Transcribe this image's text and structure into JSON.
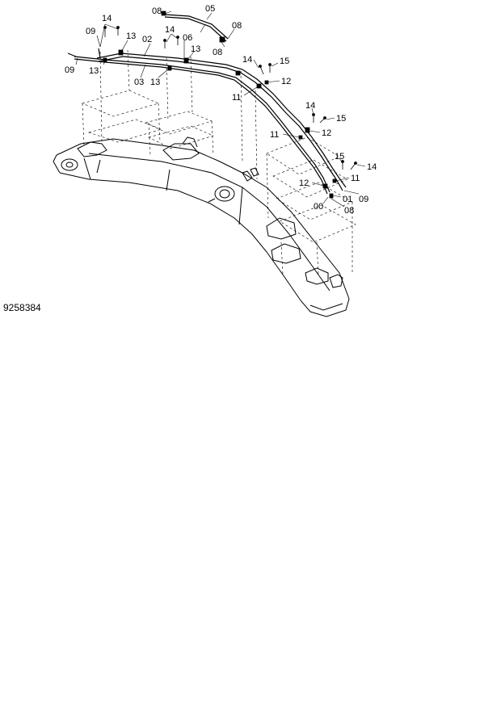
{
  "drawing_id": "9258384",
  "part_labels": {
    "l08a": "08",
    "l05": "05",
    "l08b": "08",
    "l08c": "08",
    "l14a": "14",
    "l09a": "09",
    "l13a": "13",
    "l02": "02",
    "l14b": "14",
    "l06": "06",
    "l13b": "13",
    "l09b": "09",
    "l13c": "13",
    "l03": "03",
    "l13d": "13",
    "l14c": "14",
    "l15a": "15",
    "l12a": "12",
    "l11a": "11",
    "l14d": "14",
    "l15b": "15",
    "l11b": "11",
    "l12b": "12",
    "l15c": "15",
    "l14e": "14",
    "l11c": "11",
    "l12c": "12",
    "l01": "01",
    "l09c": "09",
    "l00": "00",
    "l08d": "08"
  }
}
